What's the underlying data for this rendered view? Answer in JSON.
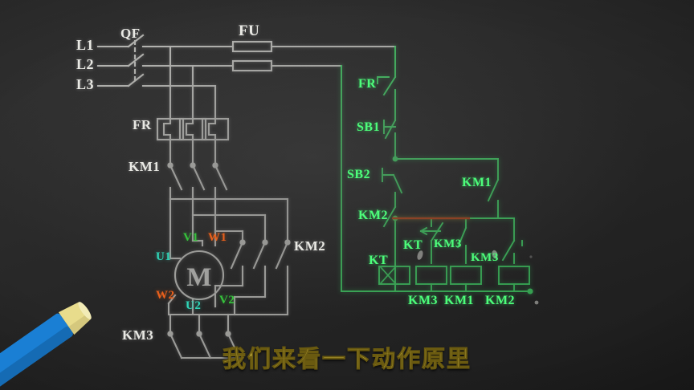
{
  "meta": {
    "title": "Star-Delta (Y-Δ) Motor Starting Circuit Diagram",
    "background_color": "#2b2b2b",
    "power_circuit_color": "#e9e9e4",
    "control_circuit_color": "#4dfd7a",
    "highlight_color": "#d9521f",
    "subtitle_color": "#d9c24a"
  },
  "subtitle": {
    "text": "我们来看一下动作原里"
  },
  "power_circuit": {
    "supply_lines": [
      {
        "name": "L1"
      },
      {
        "name": "L2"
      },
      {
        "name": "L3"
      }
    ],
    "devices": [
      {
        "name": "QF",
        "type": "circuit-breaker"
      },
      {
        "name": "FU",
        "type": "fuse"
      },
      {
        "name": "FR",
        "type": "thermal-overload-relay"
      },
      {
        "name": "KM1",
        "type": "main-contactor"
      },
      {
        "name": "KM2",
        "type": "delta-contactor"
      },
      {
        "name": "KM3",
        "type": "star-contactor"
      }
    ],
    "motor": {
      "symbol": "M",
      "terminals": [
        {
          "name": "U1",
          "color": "#2fd6b8"
        },
        {
          "name": "V1",
          "color": "#36c23c"
        },
        {
          "name": "W1",
          "color": "#e8601c"
        },
        {
          "name": "U2",
          "color": "#2fd6b8"
        },
        {
          "name": "V2",
          "color": "#36c23c"
        },
        {
          "name": "W2",
          "color": "#e8601c"
        }
      ]
    }
  },
  "control_circuit": {
    "series_elements": [
      {
        "name": "FR",
        "type": "nc-contact"
      },
      {
        "name": "SB1",
        "type": "stop-button-nc"
      },
      {
        "name": "SB2",
        "type": "start-button-no"
      },
      {
        "name": "KM2",
        "type": "nc-interlock-contact"
      }
    ],
    "branches": [
      {
        "name": "KM1",
        "type": "holding-contact-no"
      },
      {
        "name": "KT",
        "type": "timer-delayed-nc-contact"
      },
      {
        "name": "KM3",
        "type": "no-contact"
      },
      {
        "name": "KM3",
        "type": "nc-interlock-contact"
      }
    ],
    "coils": [
      {
        "name": "KT",
        "type": "timer-coil",
        "crossed_out": true
      },
      {
        "name": "KM3",
        "type": "contactor-coil"
      },
      {
        "name": "KM1",
        "type": "contactor-coil"
      },
      {
        "name": "KM2",
        "type": "contactor-coil"
      }
    ]
  },
  "pointer": {
    "name": "blue-pen",
    "body_color": "#1a7fd4",
    "tip_color": "#e8dc8c"
  }
}
